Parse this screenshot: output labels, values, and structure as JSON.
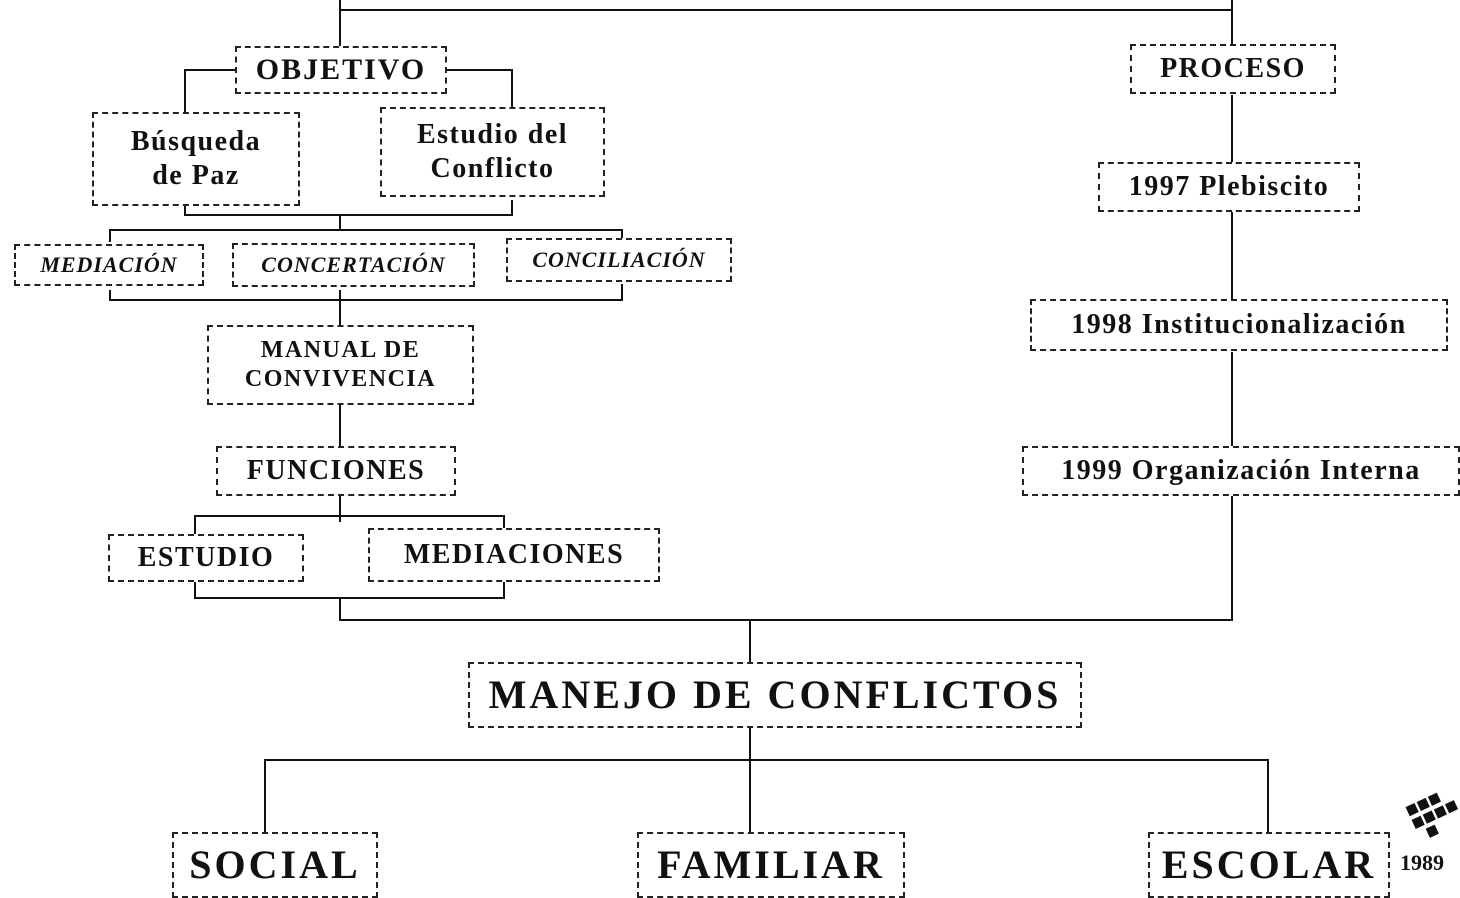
{
  "objetivo": "OBJETIVO",
  "busqueda": [
    "Búsqueda",
    "de Paz"
  ],
  "estudio_conflicto": [
    "Estudio del",
    "Conflicto"
  ],
  "mediacion": "MEDIACIÓN",
  "concertacion": "CONCERTACIÓN",
  "conciliacion": "CONCILIACIÓN",
  "manual": [
    "MANUAL DE",
    "CONVIVENCIA"
  ],
  "funciones": "FUNCIONES",
  "estudio": "ESTUDIO",
  "mediaciones": "MEDIACIONES",
  "proceso": "PROCESO",
  "plebiscito": "1997 Plebiscito",
  "institucionalizacion": "1998 Institucionalización",
  "organizacion": "1999 Organización Interna",
  "manejo": "MANEJO DE CONFLICTOS",
  "social": "SOCIAL",
  "familiar": "FAMILIAR",
  "escolar": "ESCOLAR",
  "stamp": "1989"
}
